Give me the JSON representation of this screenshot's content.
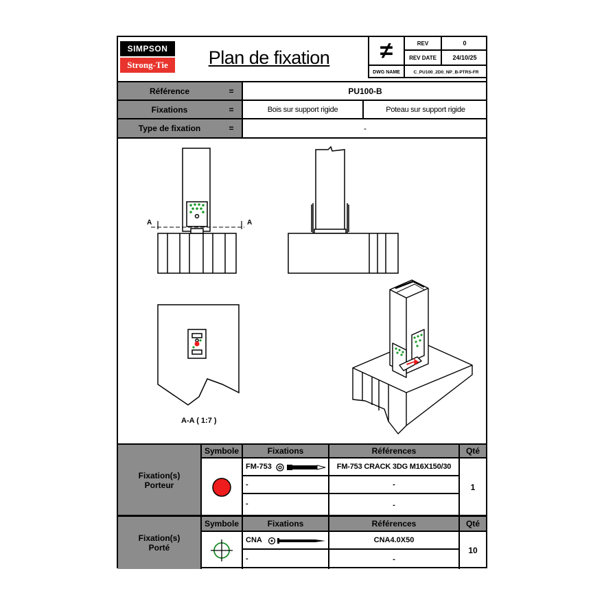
{
  "header": {
    "brand_top": "SIMPSON",
    "brand_bottom": "Strong-Tie",
    "title": "Plan de fixation",
    "rev_label": "REV",
    "rev_value": "0",
    "rev_date_label": "REV DATE",
    "rev_date_value": "24/10/25",
    "dwg_name_label": "DWG NAME",
    "dwg_name_value": "C_PU100_2D0_NP_B-PTRS-FR",
    "not_equal_symbol": "≠"
  },
  "info": {
    "reference_label": "Référence",
    "reference_value": "PU100-B",
    "fixations_label": "Fixations",
    "fixations_left": "Bois sur support rigide",
    "fixations_right": "Poteau sur support rigide",
    "type_label": "Type de fixation",
    "type_value": "-",
    "equals": "="
  },
  "drawing": {
    "section_mark": "A",
    "section_caption": "A-A ( 1:7 )"
  },
  "table1": {
    "row_label": "Fixation(s)\nPorteur",
    "col_symbole": "Symbole",
    "col_fixations": "Fixations",
    "col_references": "Références",
    "col_qte": "Qté",
    "rows": [
      {
        "fixation": "FM-753",
        "reference": "FM-753 CRACK 3DG M16X150/30"
      },
      {
        "fixation": "-",
        "reference": "-"
      },
      {
        "fixation": "-",
        "reference": "-"
      }
    ],
    "qte": "1",
    "symbol_color": "#ee1c1c"
  },
  "table2": {
    "row_label": "Fixation(s)\nPorté",
    "col_symbole": "Symbole",
    "col_fixations": "Fixations",
    "col_references": "Références",
    "col_qte": "Qté",
    "rows": [
      {
        "fixation": "CNA",
        "reference": "CNA4.0X50"
      },
      {
        "fixation": "-",
        "reference": "-"
      }
    ],
    "qte": "10",
    "symbol_color": "#1a8c2a"
  },
  "colors": {
    "header_grey": "#8c8c8c",
    "brand_red": "#e8342c",
    "nail_green": "#1a9a2a",
    "anchor_red": "#ee1c1c"
  }
}
